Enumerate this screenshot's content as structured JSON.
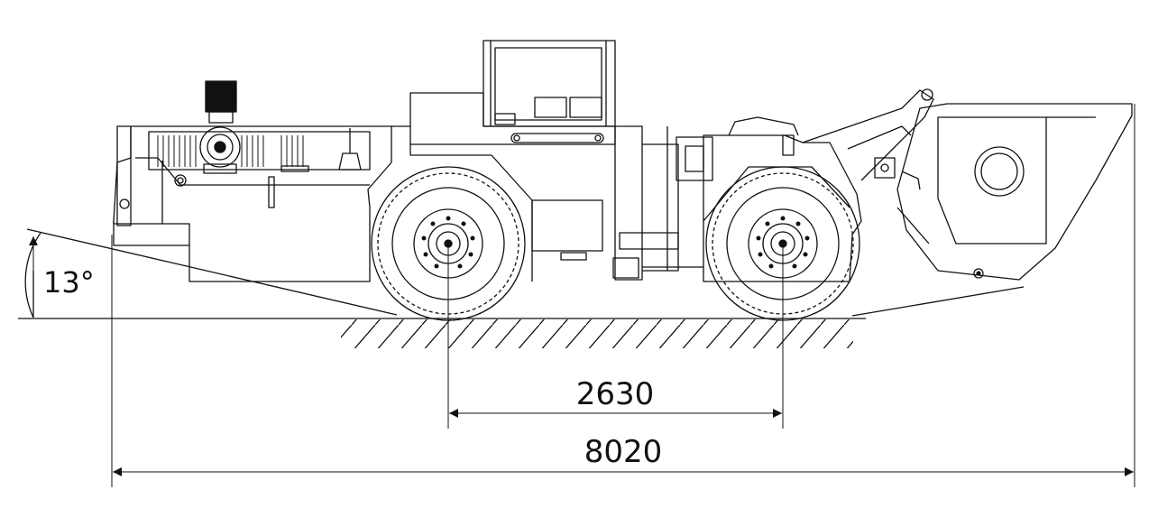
{
  "drawing": {
    "angle_label": "13°",
    "wheelbase_label": "2630",
    "length_label": "8020"
  },
  "colors": {
    "line": "#111111",
    "background": "#ffffff"
  }
}
